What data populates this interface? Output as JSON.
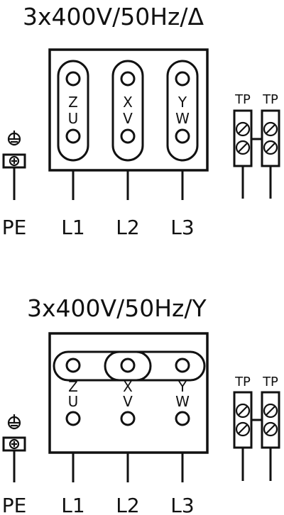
{
  "delta": {
    "title": "3x400V/50Hz/Δ",
    "terminals": [
      {
        "top": "Z",
        "bottom": "U",
        "line": "L1"
      },
      {
        "top": "X",
        "bottom": "V",
        "line": "L2"
      },
      {
        "top": "Y",
        "bottom": "W",
        "line": "L3"
      }
    ],
    "pe": "PE",
    "tp": [
      "TP",
      "TP"
    ]
  },
  "star": {
    "title": "3x400V/50Hz/Y",
    "terminals": [
      {
        "top": "Z",
        "bottom": "U",
        "line": "L1"
      },
      {
        "top": "X",
        "bottom": "V",
        "line": "L2"
      },
      {
        "top": "Y",
        "bottom": "W",
        "line": "L3"
      }
    ],
    "pe": "PE",
    "tp": [
      "TP",
      "TP"
    ]
  }
}
